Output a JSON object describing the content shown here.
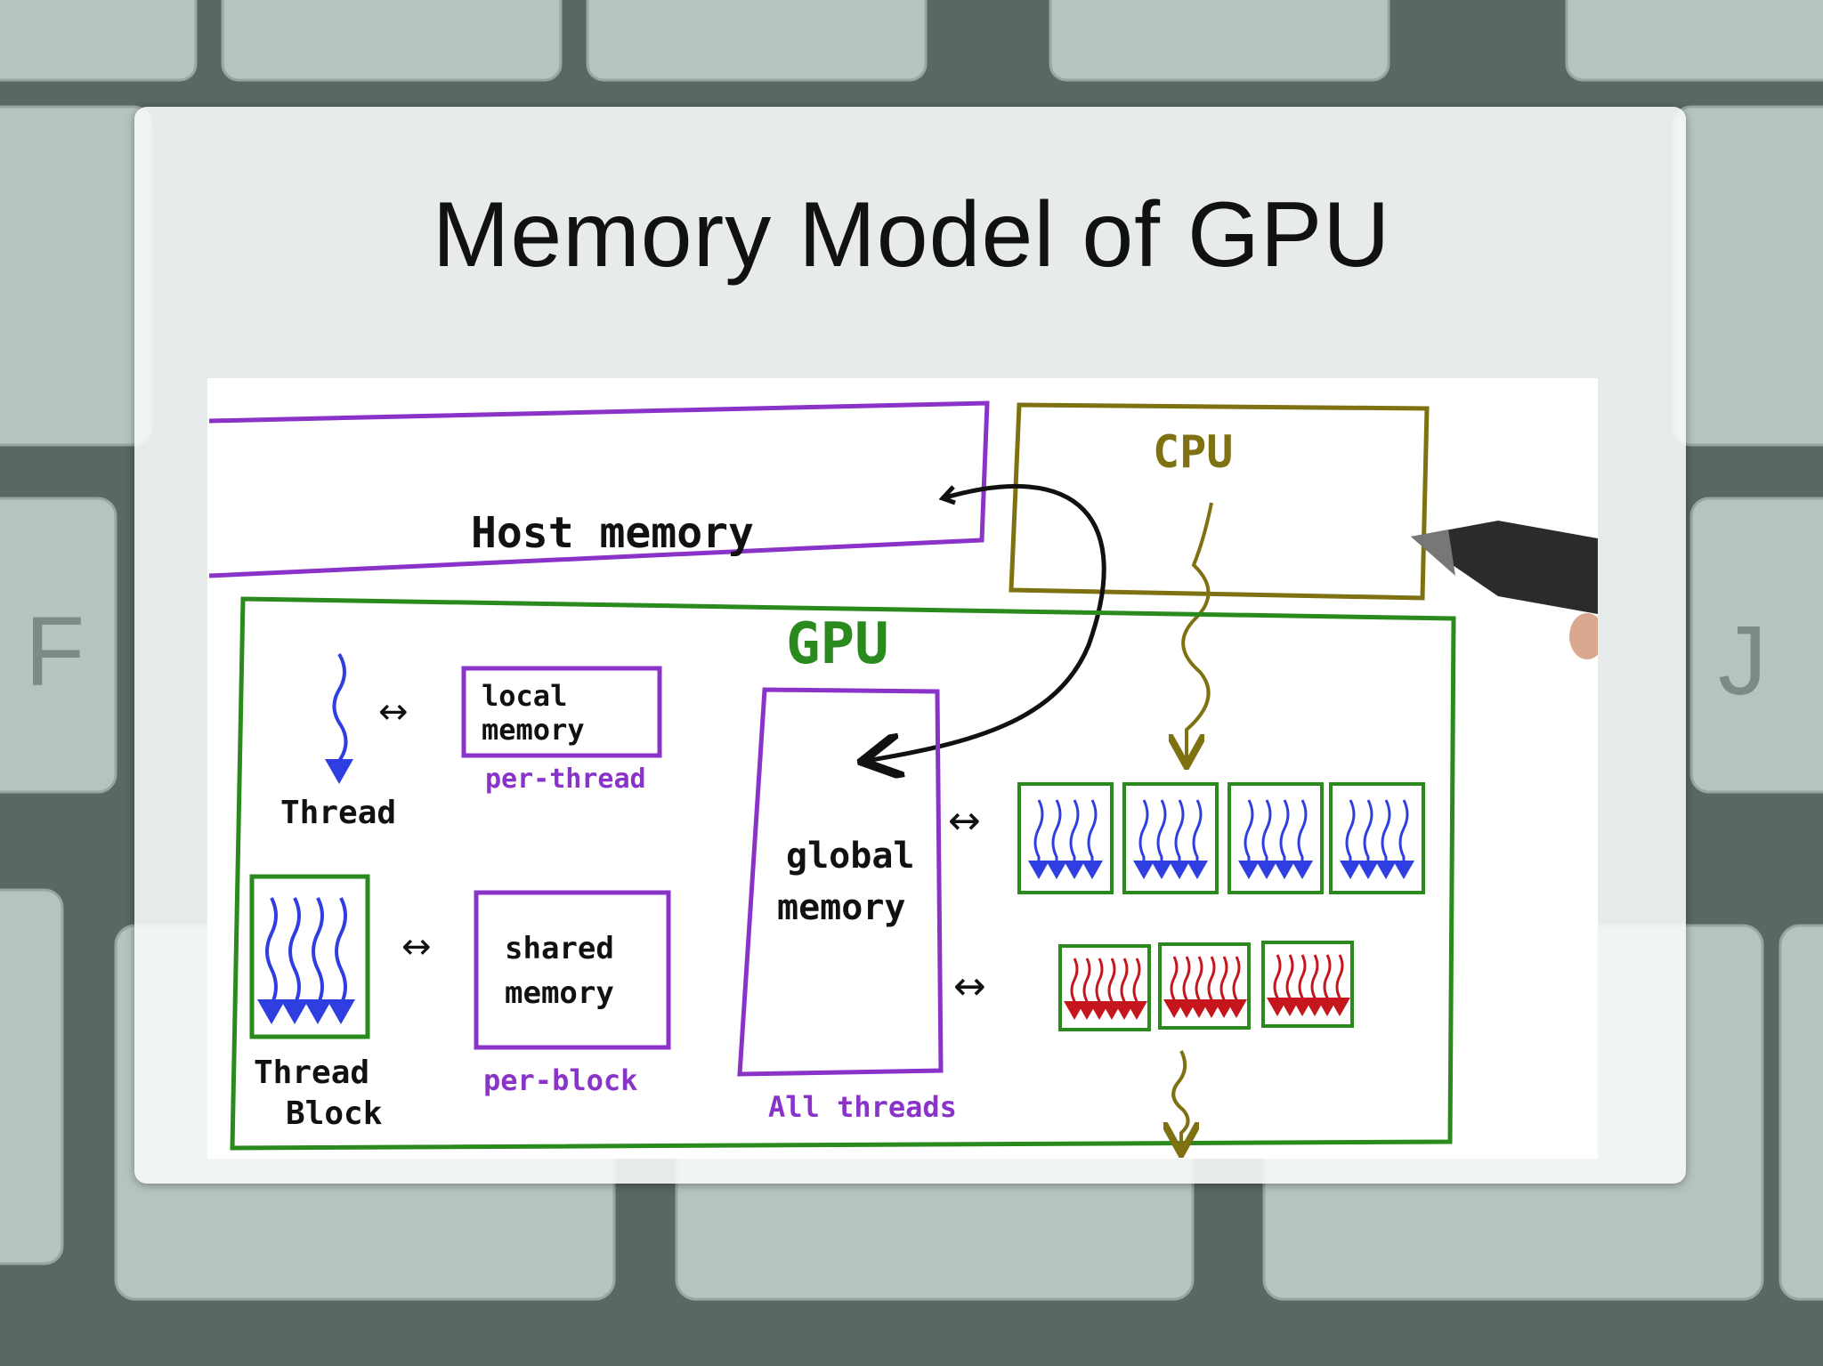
{
  "slide": {
    "title": "Memory Model of GPU"
  },
  "diagram": {
    "host_memory": "Host memory",
    "cpu": "CPU",
    "gpu": "GPU",
    "local_memory_line1": "local",
    "local_memory_line2": "memory",
    "per_thread": "per-thread",
    "thread": "Thread",
    "shared_memory_line1": "shared",
    "shared_memory_line2": "memory",
    "per_block": "per-block",
    "thread_block_line1": "Thread",
    "thread_block_line2": "Block",
    "global_memory_line1": "global",
    "global_memory_line2": "memory",
    "all_threads": "All threads"
  },
  "colors": {
    "purple": "#8a33c9",
    "green": "#2a8a1e",
    "olive": "#7d7112",
    "blue": "#2f3ee0",
    "red": "#c4161c",
    "ink": "#111111"
  }
}
